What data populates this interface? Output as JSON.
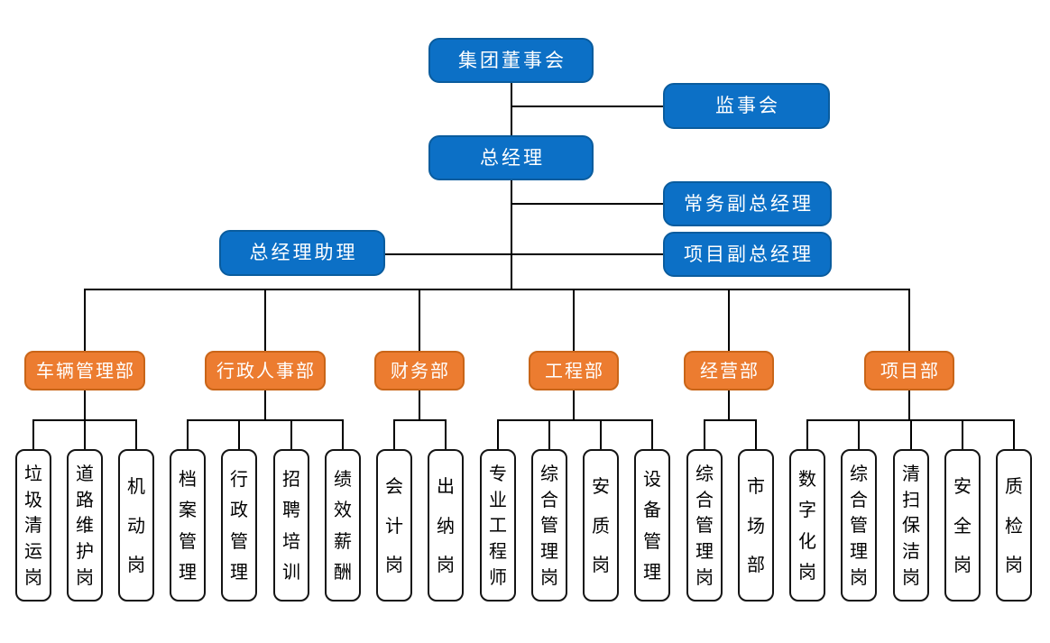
{
  "colors": {
    "node_blue": "#0C70C6",
    "node_blue_border": "#0A5C9E",
    "node_orange": "#EC7C30",
    "node_orange_border": "#C96518",
    "connector": "#000000",
    "position_box_border": "#141414",
    "background": "#FFFFFF"
  },
  "nodes": {
    "board": "集团董事会",
    "supervisory_board": "监事会",
    "general_manager": "总经理",
    "executive_deputy_gm": "常务副总经理",
    "gm_assistant": "总经理助理",
    "project_deputy_gm": "项目副总经理"
  },
  "departments": [
    {
      "label": "车辆管理部",
      "positions": [
        "垃圾清运岗",
        "道路维护岗",
        "机动岗"
      ]
    },
    {
      "label": "行政人事部",
      "positions": [
        "档案管理",
        "行政管理",
        "招聘培训",
        "绩效薪酬"
      ]
    },
    {
      "label": "财务部",
      "positions": [
        "会计岗",
        "出纳岗"
      ]
    },
    {
      "label": "工程部",
      "positions": [
        "专业工程师",
        "综合管理岗",
        "安质岗",
        "设备管理"
      ]
    },
    {
      "label": "经营部",
      "positions": [
        "综合管理岗",
        "市场部"
      ]
    },
    {
      "label": "项目部",
      "positions": [
        "数字化岗",
        "综合管理岗",
        "清扫保洁岗",
        "安全岗",
        "质检岗"
      ]
    }
  ]
}
